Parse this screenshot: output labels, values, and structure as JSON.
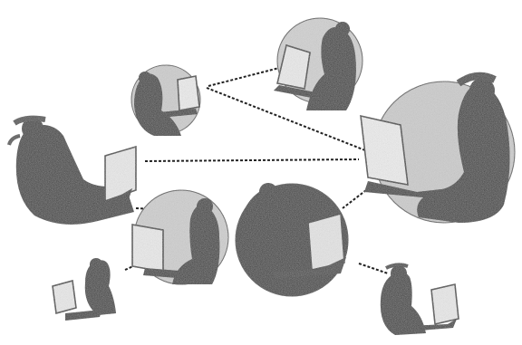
{
  "image": {
    "subject": "network-of-people-working-on-laptops",
    "style": "black-and-white-clipart",
    "ink_color": "#111111",
    "paper_color": "#ffffff",
    "node_fill_color": "#c9c9c9"
  },
  "nodes": [
    {
      "name": "node-top-center",
      "kind": "globe-user"
    },
    {
      "name": "node-upper-left-small",
      "kind": "globe-user"
    },
    {
      "name": "node-left-large",
      "kind": "person-with-laptop"
    },
    {
      "name": "node-right-large",
      "kind": "globe-user"
    },
    {
      "name": "node-bottom-center-left",
      "kind": "globe-user"
    },
    {
      "name": "node-bottom-center-right",
      "kind": "globe-user"
    },
    {
      "name": "node-bottom-left-small",
      "kind": "person-with-laptop"
    },
    {
      "name": "node-bottom-right-small",
      "kind": "person-with-laptop"
    }
  ],
  "connections": [
    {
      "from": "node-upper-left-small",
      "to": "node-top-center"
    },
    {
      "from": "node-upper-left-small",
      "to": "node-right-large"
    },
    {
      "from": "node-left-large",
      "to": "node-right-large"
    },
    {
      "from": "node-left-large",
      "to": "node-bottom-center-left"
    },
    {
      "from": "node-bottom-center-left",
      "to": "node-bottom-left-small"
    },
    {
      "from": "node-bottom-center-right",
      "to": "node-bottom-right-small"
    },
    {
      "from": "node-right-large",
      "to": "node-bottom-center-right"
    }
  ]
}
